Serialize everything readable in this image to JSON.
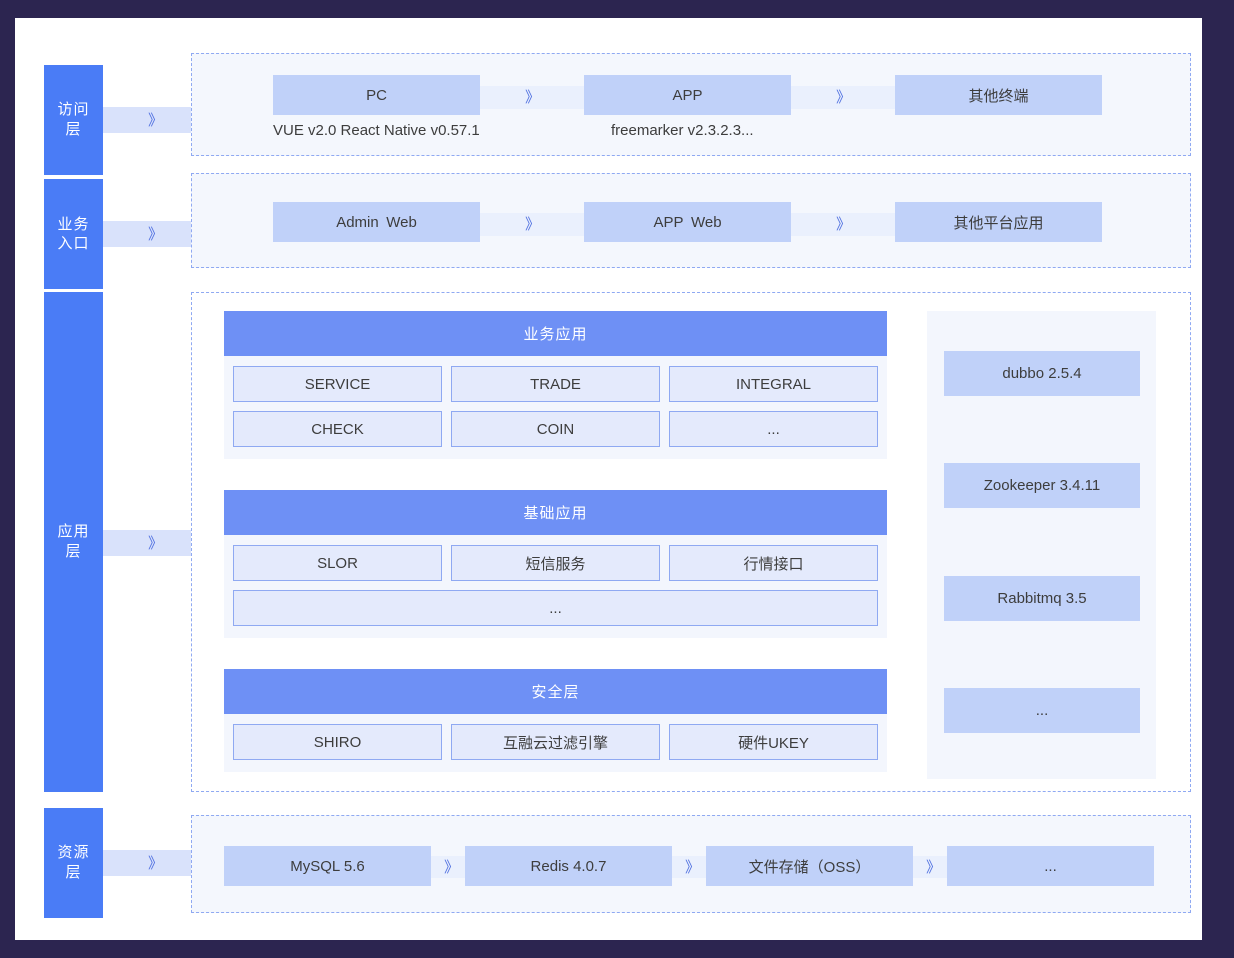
{
  "theme": {
    "page_background": "#2c2550",
    "canvas_background": "#ffffff",
    "layer_tab_color": "#4a7cf6",
    "chip_color": "#c0d1f9",
    "card_header_color": "#6e90f5",
    "cell_color": "#e4eafc",
    "panel_tint": "#f4f7fd",
    "connector_color": "#d9e2fb",
    "chevron": "》"
  },
  "layers": [
    {
      "id": "access",
      "tab_label": "访问层",
      "chips": [
        "PC",
        "APP",
        "其他终端"
      ],
      "notes": [
        "VUE v2.0 React Native v0.57.1",
        "freemarker v2.3.2.3..."
      ]
    },
    {
      "id": "business-entry",
      "tab_label": "业务入口",
      "chips": [
        "Admin Web",
        "APP Web",
        "其他平台应用"
      ]
    },
    {
      "id": "application",
      "tab_label": "应用层",
      "cards": [
        {
          "title": "业务应用",
          "cells": [
            "SERVICE",
            "TRADE",
            "INTEGRAL",
            "CHECK",
            "COIN",
            "..."
          ]
        },
        {
          "title": "基础应用",
          "cells": [
            "SLOR",
            "短信服务",
            "行情接口"
          ],
          "wide_cell": "..."
        },
        {
          "title": "安全层",
          "cells": [
            "SHIRO",
            "互融云过滤引擎",
            "硬件UKEY"
          ]
        }
      ],
      "middleware": [
        "dubbo 2.5.4",
        "Zookeeper 3.4.11",
        "Rabbitmq 3.5",
        "..."
      ]
    },
    {
      "id": "resource",
      "tab_label": "资源层",
      "chips": [
        "MySQL 5.6",
        "Redis 4.0.7",
        "文件存储（OSS）",
        "..."
      ]
    }
  ]
}
